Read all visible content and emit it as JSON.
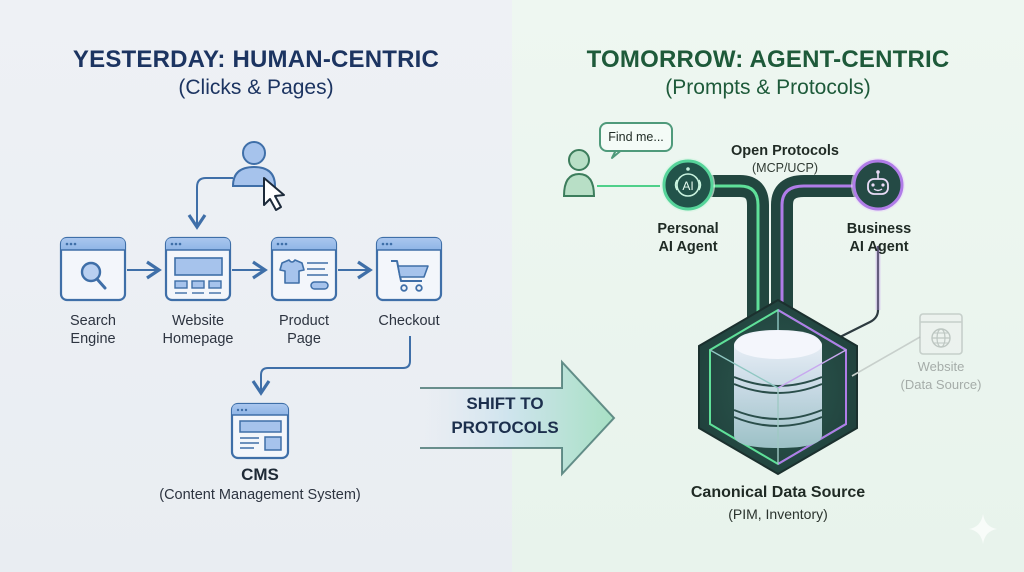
{
  "left_panel": {
    "title": "YESTERDAY: HUMAN-CENTRIC",
    "subtitle": "(Clicks & Pages)",
    "accent_color": "#1c3461",
    "steps": [
      {
        "icon": "search-icon",
        "label_line1": "Search",
        "label_line2": "Engine"
      },
      {
        "icon": "website-layout-icon",
        "label_line1": "Website",
        "label_line2": "Homepage"
      },
      {
        "icon": "product-page-icon",
        "label_line1": "Product",
        "label_line2": "Page"
      },
      {
        "icon": "shopping-cart-icon",
        "label_line1": "Checkout",
        "label_line2": ""
      }
    ],
    "user_icon": "user-cursor-icon",
    "cms": {
      "icon": "cms-window-icon",
      "title": "CMS",
      "subtitle": "(Content Management System)"
    }
  },
  "shift_arrow": {
    "line1": "SHIFT TO",
    "line2": "PROTOCOLS"
  },
  "right_panel": {
    "title": "TOMORROW: AGENT-CENTRIC",
    "subtitle": "(Prompts & Protocols)",
    "accent_color": "#1e5a3a",
    "user_bubble": "Find me...",
    "protocols_title": "Open Protocols",
    "protocols_subtitle": "(MCP/UCP)",
    "personal_agent": {
      "icon": "ai-agent-icon",
      "icon_text": "AI",
      "line1": "Personal",
      "line2": "AI Agent",
      "color": "#4fd08a"
    },
    "business_agent": {
      "icon": "robot-icon",
      "line1": "Business",
      "line2": "AI Agent",
      "color": "#b07ce8"
    },
    "data_source": {
      "icon": "database-icon",
      "title": "Canonical Data Source",
      "subtitle": "(PIM, Inventory)"
    },
    "website": {
      "icon": "globe-window-icon",
      "title": "Website",
      "subtitle": "(Data Source)"
    }
  },
  "watermark_icon": "sparkle-icon"
}
